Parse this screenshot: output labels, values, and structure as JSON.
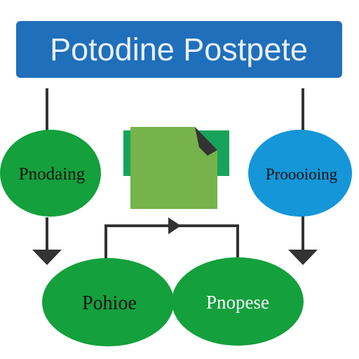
{
  "header": {
    "title": "Potodine Postpete",
    "color": "#1f6fba",
    "text_color": "#e9f0f6"
  },
  "nodes": {
    "left_top": {
      "label": "Pnodaing",
      "color": "#14a03c",
      "text_color": "#111111"
    },
    "right_top": {
      "label": "Proooioing",
      "color": "#1496d8",
      "text_color": "#111111"
    },
    "bottom_left": {
      "label": "Pohioe",
      "color": "#14a03c",
      "text_color": "#111111"
    },
    "bottom_right": {
      "label": "Pnopese",
      "color": "#14a03c",
      "text_color": "#ffffff"
    }
  },
  "document_icon": {
    "icon": "document-icon",
    "page_color": "#76b34a",
    "back_color": "#18a35c",
    "fold_color": "#333333"
  },
  "connectors": {
    "color": "#333333"
  }
}
